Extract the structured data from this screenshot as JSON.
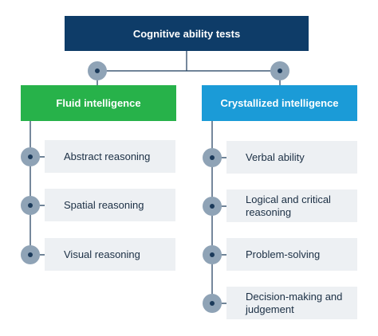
{
  "root": {
    "label": "Cognitive ability tests"
  },
  "fluid": {
    "label": "Fluid intelligence",
    "color": "#27b24a",
    "items": [
      "Abstract reasoning",
      "Spatial reasoning",
      "Visual reasoning"
    ]
  },
  "crystallized": {
    "label": "Crystallized intelligence",
    "color": "#1b9bd7",
    "items": [
      "Verbal ability",
      "Logical and critical reasoning",
      "Problem-solving",
      "Decision-making and judgement"
    ]
  },
  "colors": {
    "root": "#0e3c68",
    "connector": "#1b3a5a",
    "node": "#8fa3b6",
    "item_bg": "#edf0f3"
  }
}
